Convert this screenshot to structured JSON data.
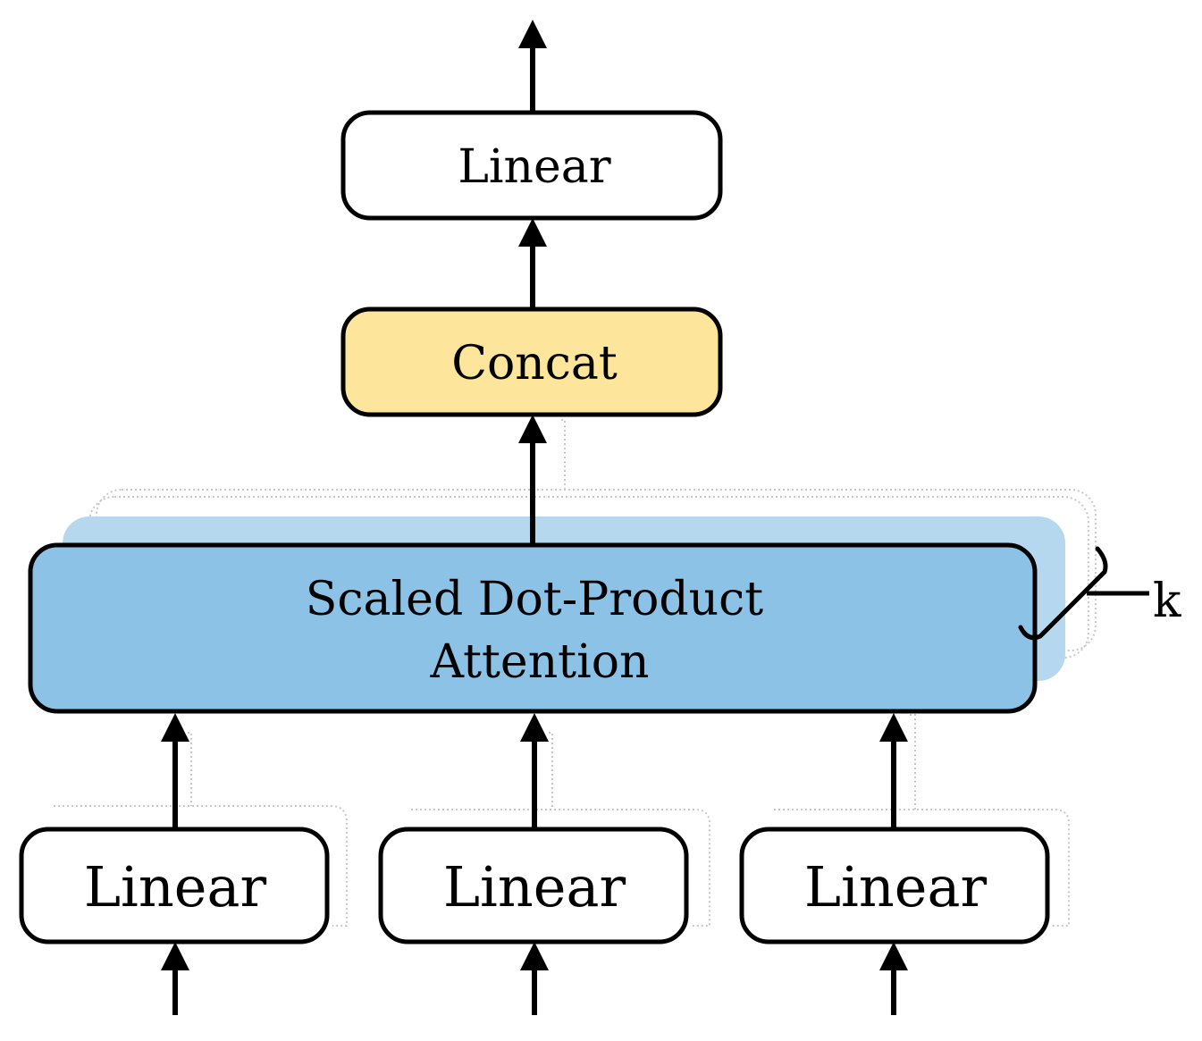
{
  "diagram": {
    "output_linear_label": "Linear",
    "concat_label": "Concat",
    "attention_label_line1": "Scaled Dot-Product",
    "attention_label_line2": "Attention",
    "heads_label": "k",
    "input_linears": [
      {
        "label": "Linear"
      },
      {
        "label": "Linear"
      },
      {
        "label": "Linear"
      }
    ]
  },
  "colors": {
    "box_stroke": "#000000",
    "box_fill": "#ffffff",
    "concat_fill": "#fde69b",
    "attention_fill": "#8cc2e5",
    "attention_shadow_fill": "#b5d8ee",
    "dotted_outline": "#c8c8c8"
  }
}
